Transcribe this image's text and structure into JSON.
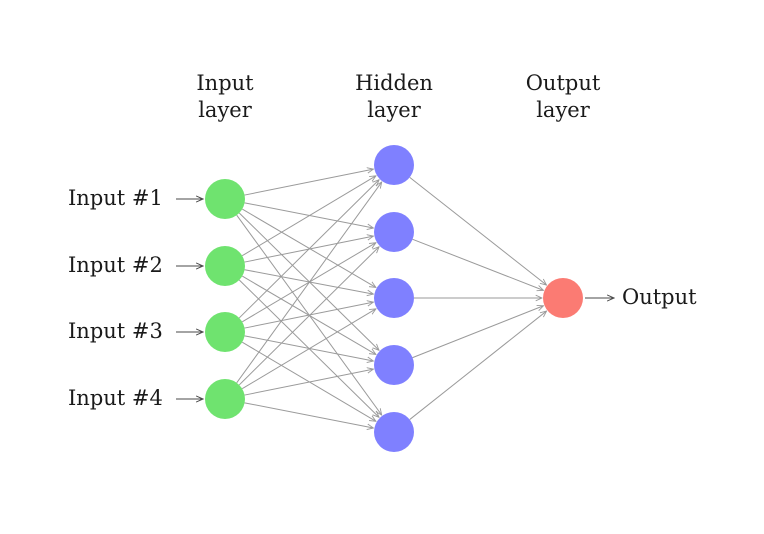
{
  "layers": [
    {
      "title_line1": "Input",
      "title_line2": "layer",
      "color": "#6fe36f",
      "size": 4
    },
    {
      "title_line1": "Hidden",
      "title_line2": "layer",
      "color": "#7f80ff",
      "size": 5
    },
    {
      "title_line1": "Output",
      "title_line2": "layer",
      "color": "#fb7b73",
      "size": 1
    }
  ],
  "inputs": [
    "Input #1",
    "Input #2",
    "Input #3",
    "Input #4"
  ],
  "output_label": "Output",
  "edge_color": "#9a9a9a",
  "arrow_color": "#4a4a4a"
}
